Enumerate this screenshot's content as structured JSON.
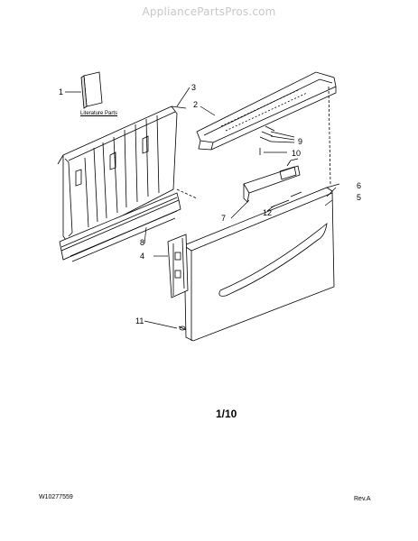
{
  "watermark": "AppliancePartsPros.com",
  "literature_label": "Literature Parts",
  "page_number": "1/10",
  "document_number": "W10277559",
  "revision": "Rev.A",
  "callouts": [
    "1",
    "2",
    "3",
    "4",
    "5",
    "6",
    "7",
    "8",
    "9",
    "10",
    "11",
    "12"
  ]
}
